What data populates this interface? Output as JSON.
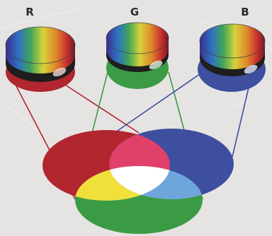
{
  "labels": {
    "red": "R",
    "green": "G",
    "blue": "B"
  },
  "colors": {
    "background": "#e6e4e3",
    "red": "#b1262f",
    "green": "#3b9b45",
    "blue": "#3d4f9e",
    "magenta": "#e0406a",
    "yellow": "#f2e03a",
    "cyan": "#6ea6dc",
    "white": "#ffffff",
    "filter_band": "#1e1e1e"
  }
}
